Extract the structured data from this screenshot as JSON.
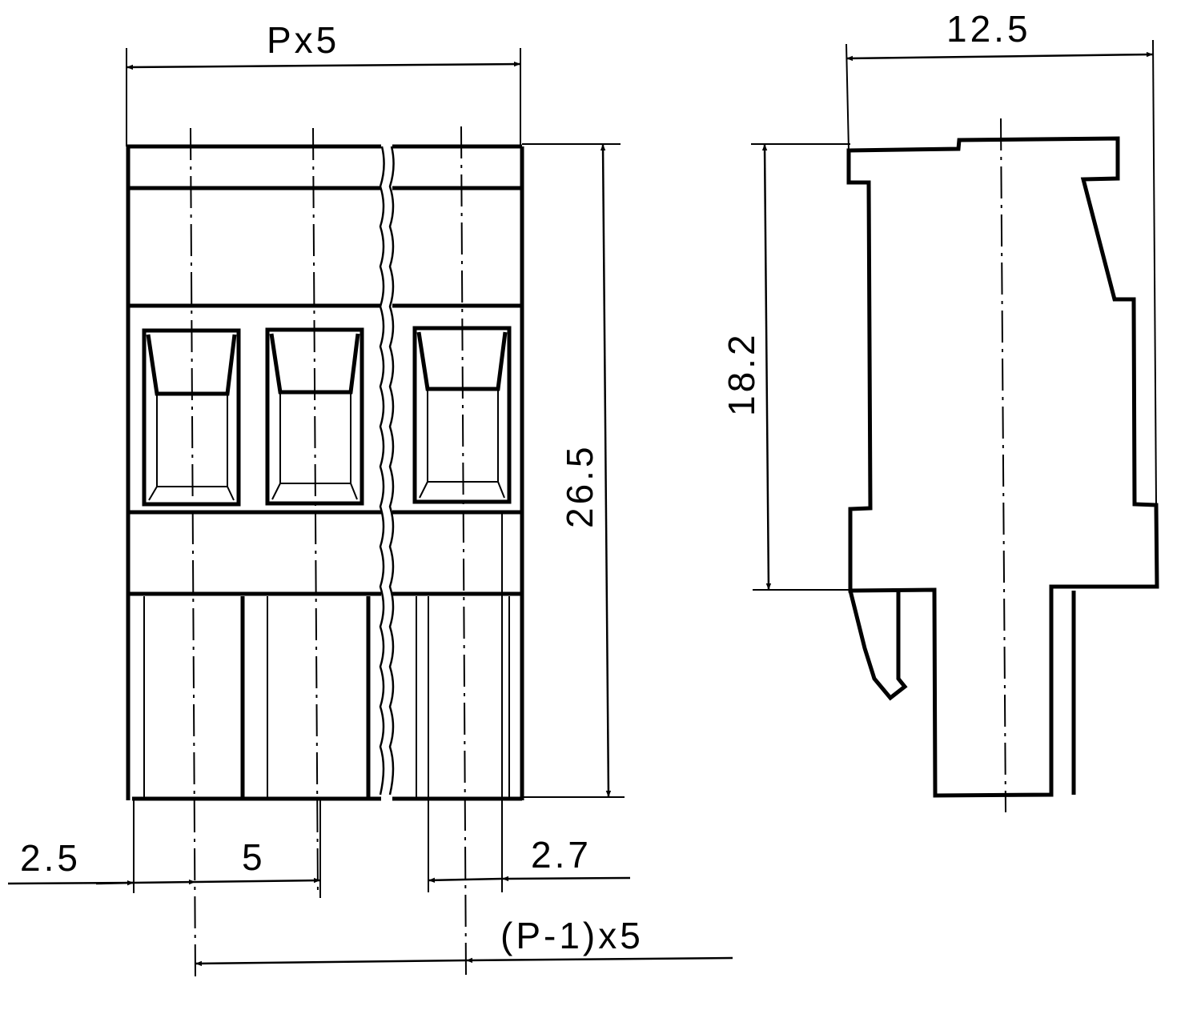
{
  "drawing": {
    "type": "technical-drawing",
    "subject": "pluggable terminal block",
    "views": [
      "front-view",
      "side-view"
    ],
    "stroke_color": "#000000",
    "background": "#ffffff"
  },
  "front_view": {
    "dimensions": {
      "overall_width": "Px5",
      "height": "26.5",
      "edge_to_first_pin": "2.5",
      "pitch": "5",
      "pin_offset": "2.7",
      "pin_span": "(P-1)x5"
    },
    "visible_poles": 3
  },
  "side_view": {
    "dimensions": {
      "depth": "12.5",
      "body_height": "18.2"
    }
  }
}
